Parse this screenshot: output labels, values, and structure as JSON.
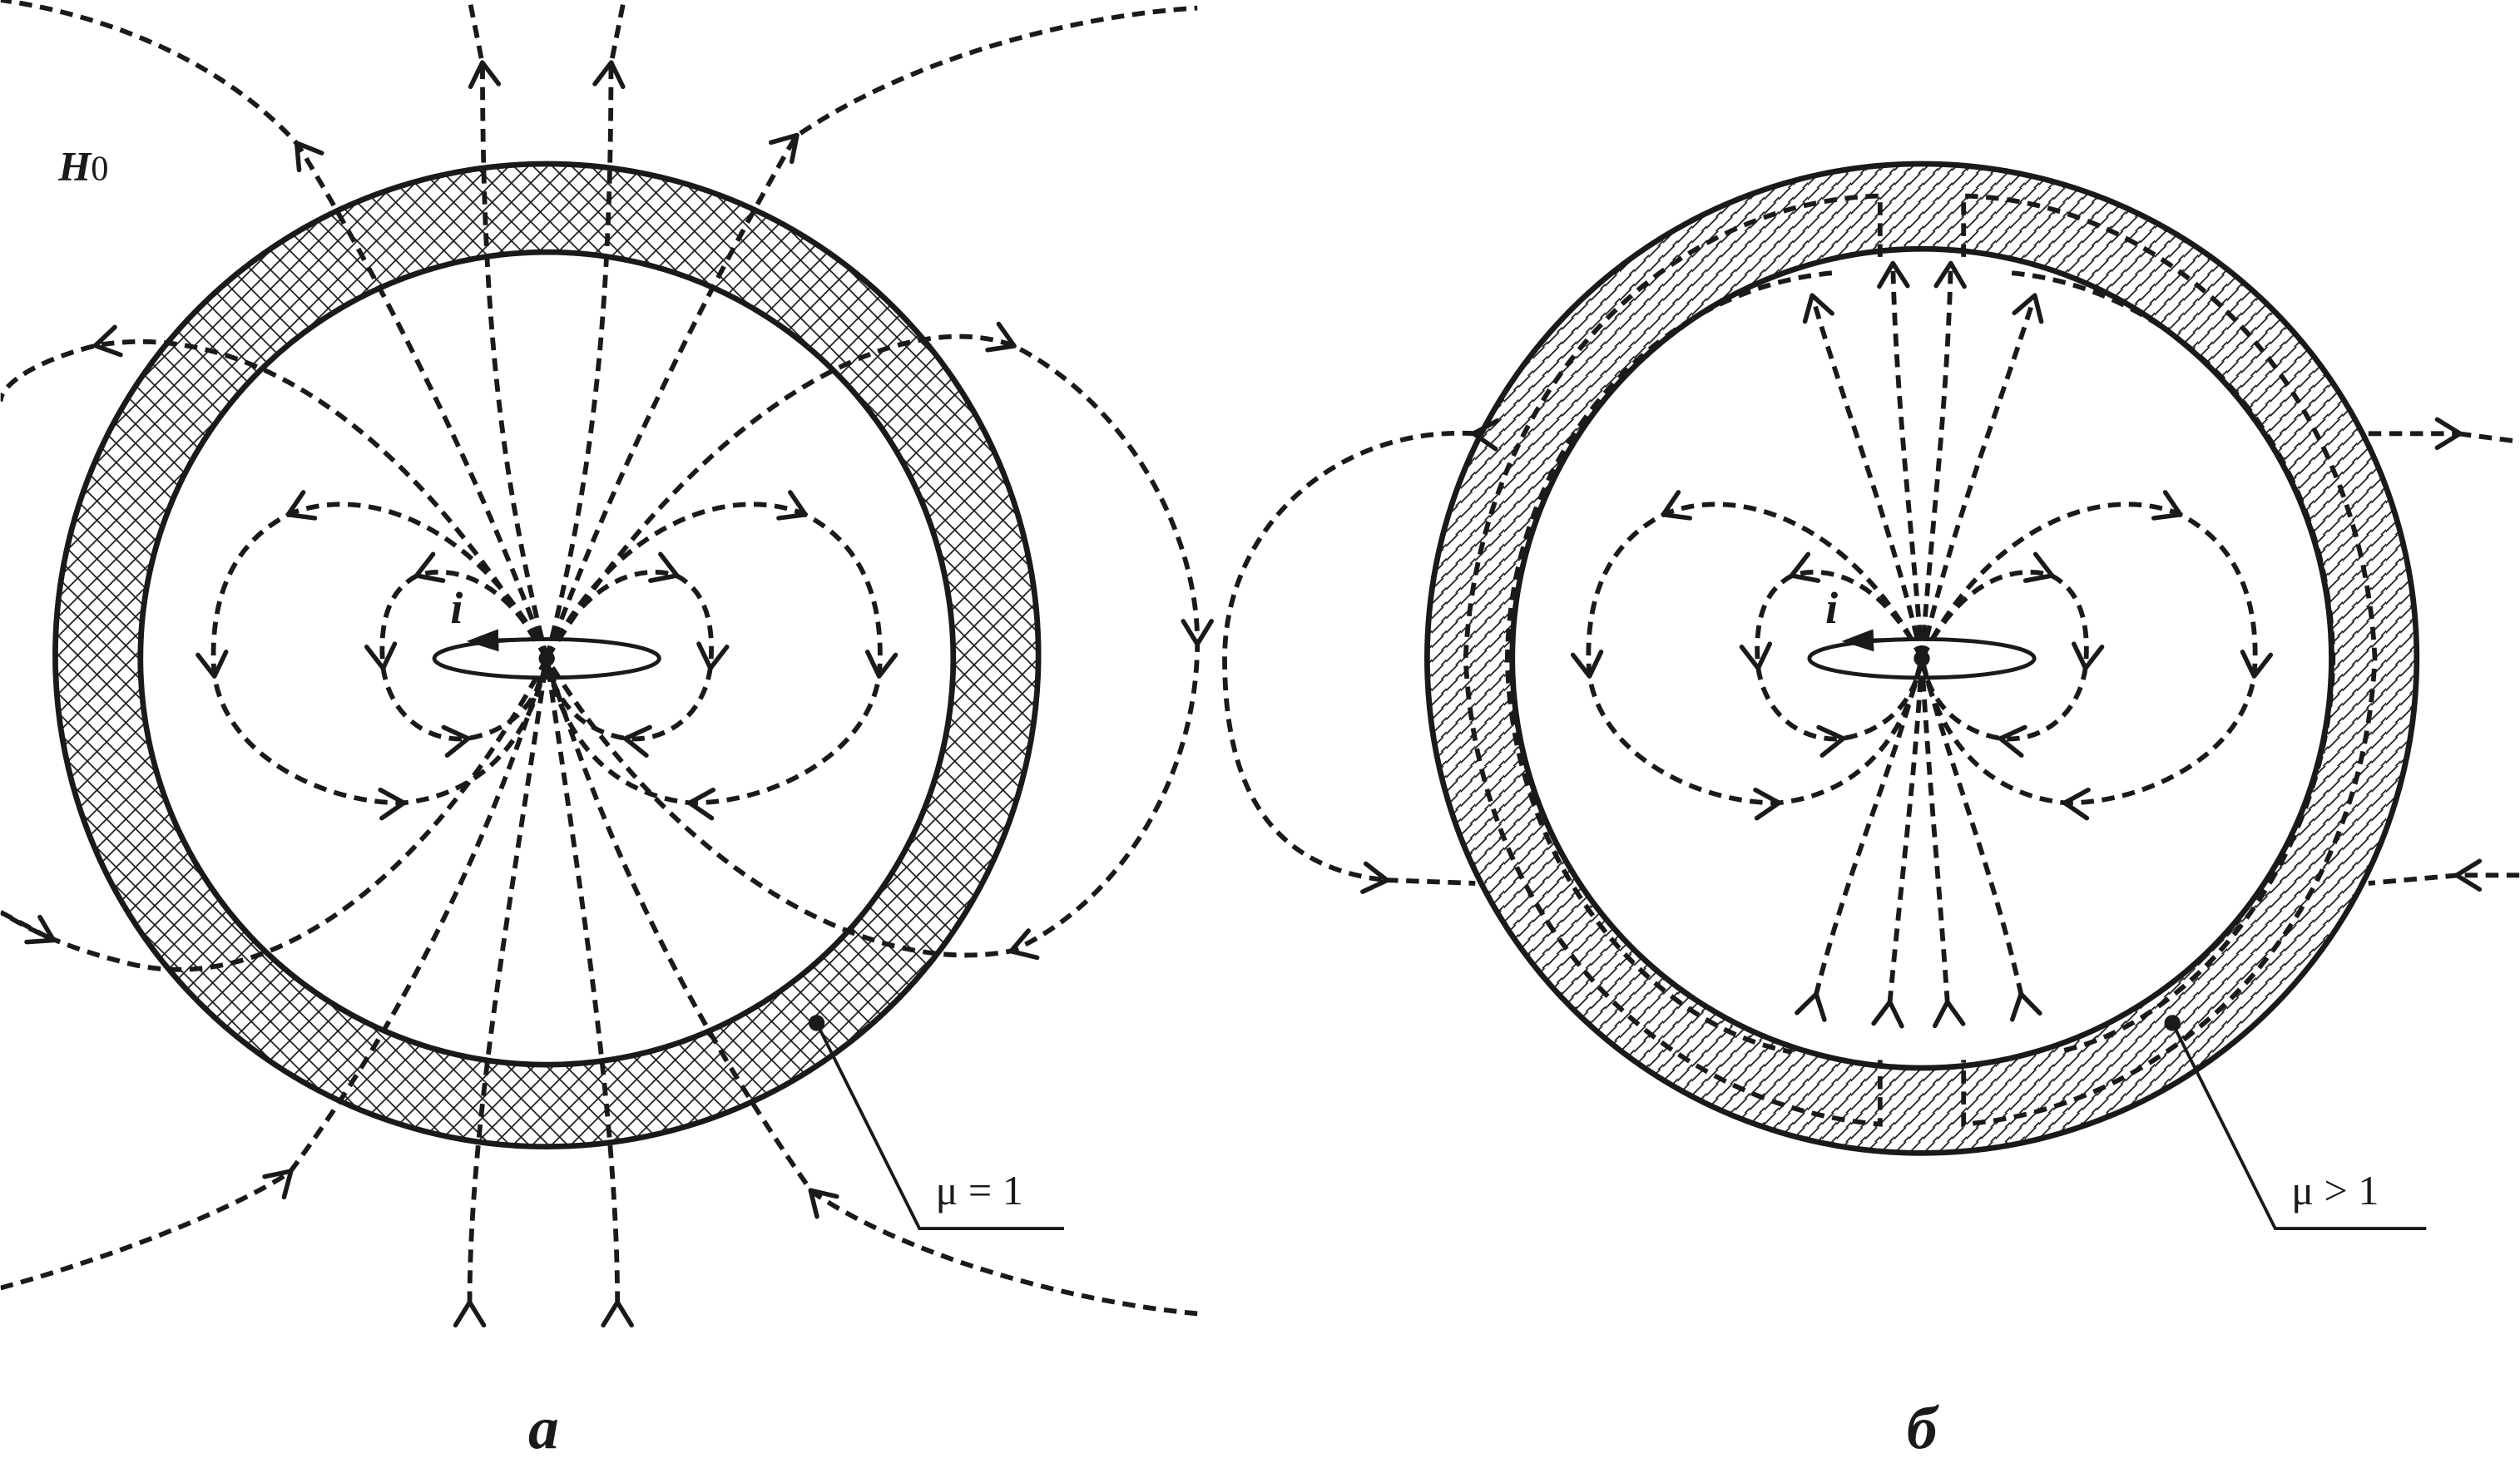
{
  "diagram": {
    "left_panel": {
      "caption": "а",
      "field_label_main": "H",
      "field_label_sub": "0",
      "current_label": "i",
      "material_label": "μ = 1",
      "hatch_style": "crosshatch"
    },
    "right_panel": {
      "caption": "б",
      "current_label": "i",
      "material_label": "μ > 1",
      "hatch_style": "diagonal"
    },
    "colors": {
      "stroke": "#1a1a1a",
      "background": "#ffffff"
    },
    "line_style": "dashed"
  }
}
